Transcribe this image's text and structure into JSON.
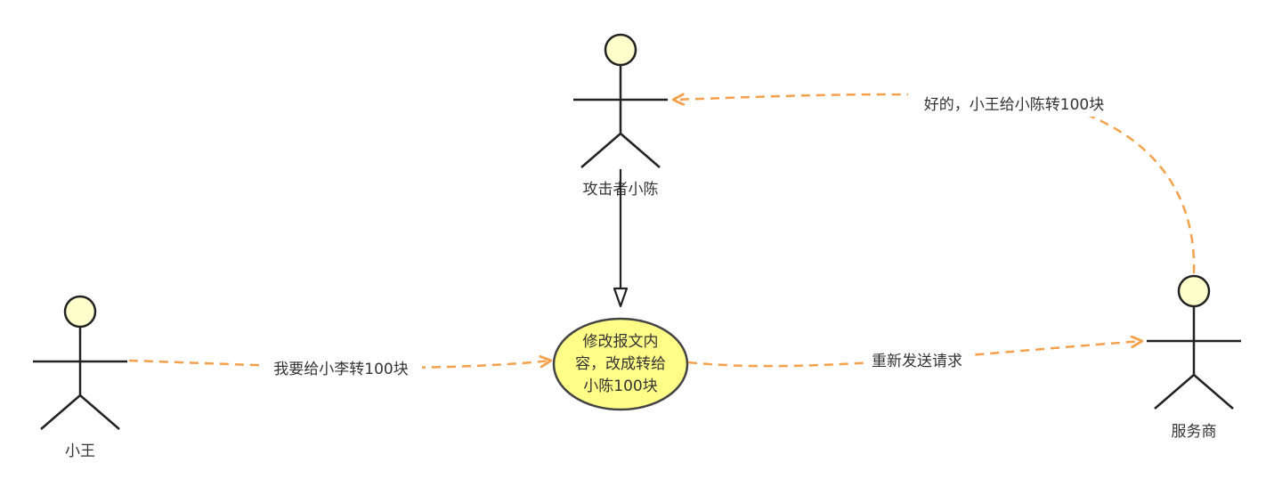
{
  "colors": {
    "arrow_orange": "#F5A04A",
    "actor_head_fill": "#FFFFCC",
    "node_fill": "#FFFF88",
    "stroke_dark": "#222222"
  },
  "actors": {
    "xiaowang": {
      "name": "小王"
    },
    "attacker": {
      "name": "攻击者小陈"
    },
    "provider": {
      "name": "服务商"
    }
  },
  "process": {
    "lines": [
      "修改报文内",
      "容，改成转给",
      "小陈100块"
    ]
  },
  "edges": {
    "request": {
      "label": "我要给小李转100块"
    },
    "resend": {
      "label": "重新发送请求"
    },
    "response": {
      "label": "好的，小王给小陈转100块"
    }
  }
}
